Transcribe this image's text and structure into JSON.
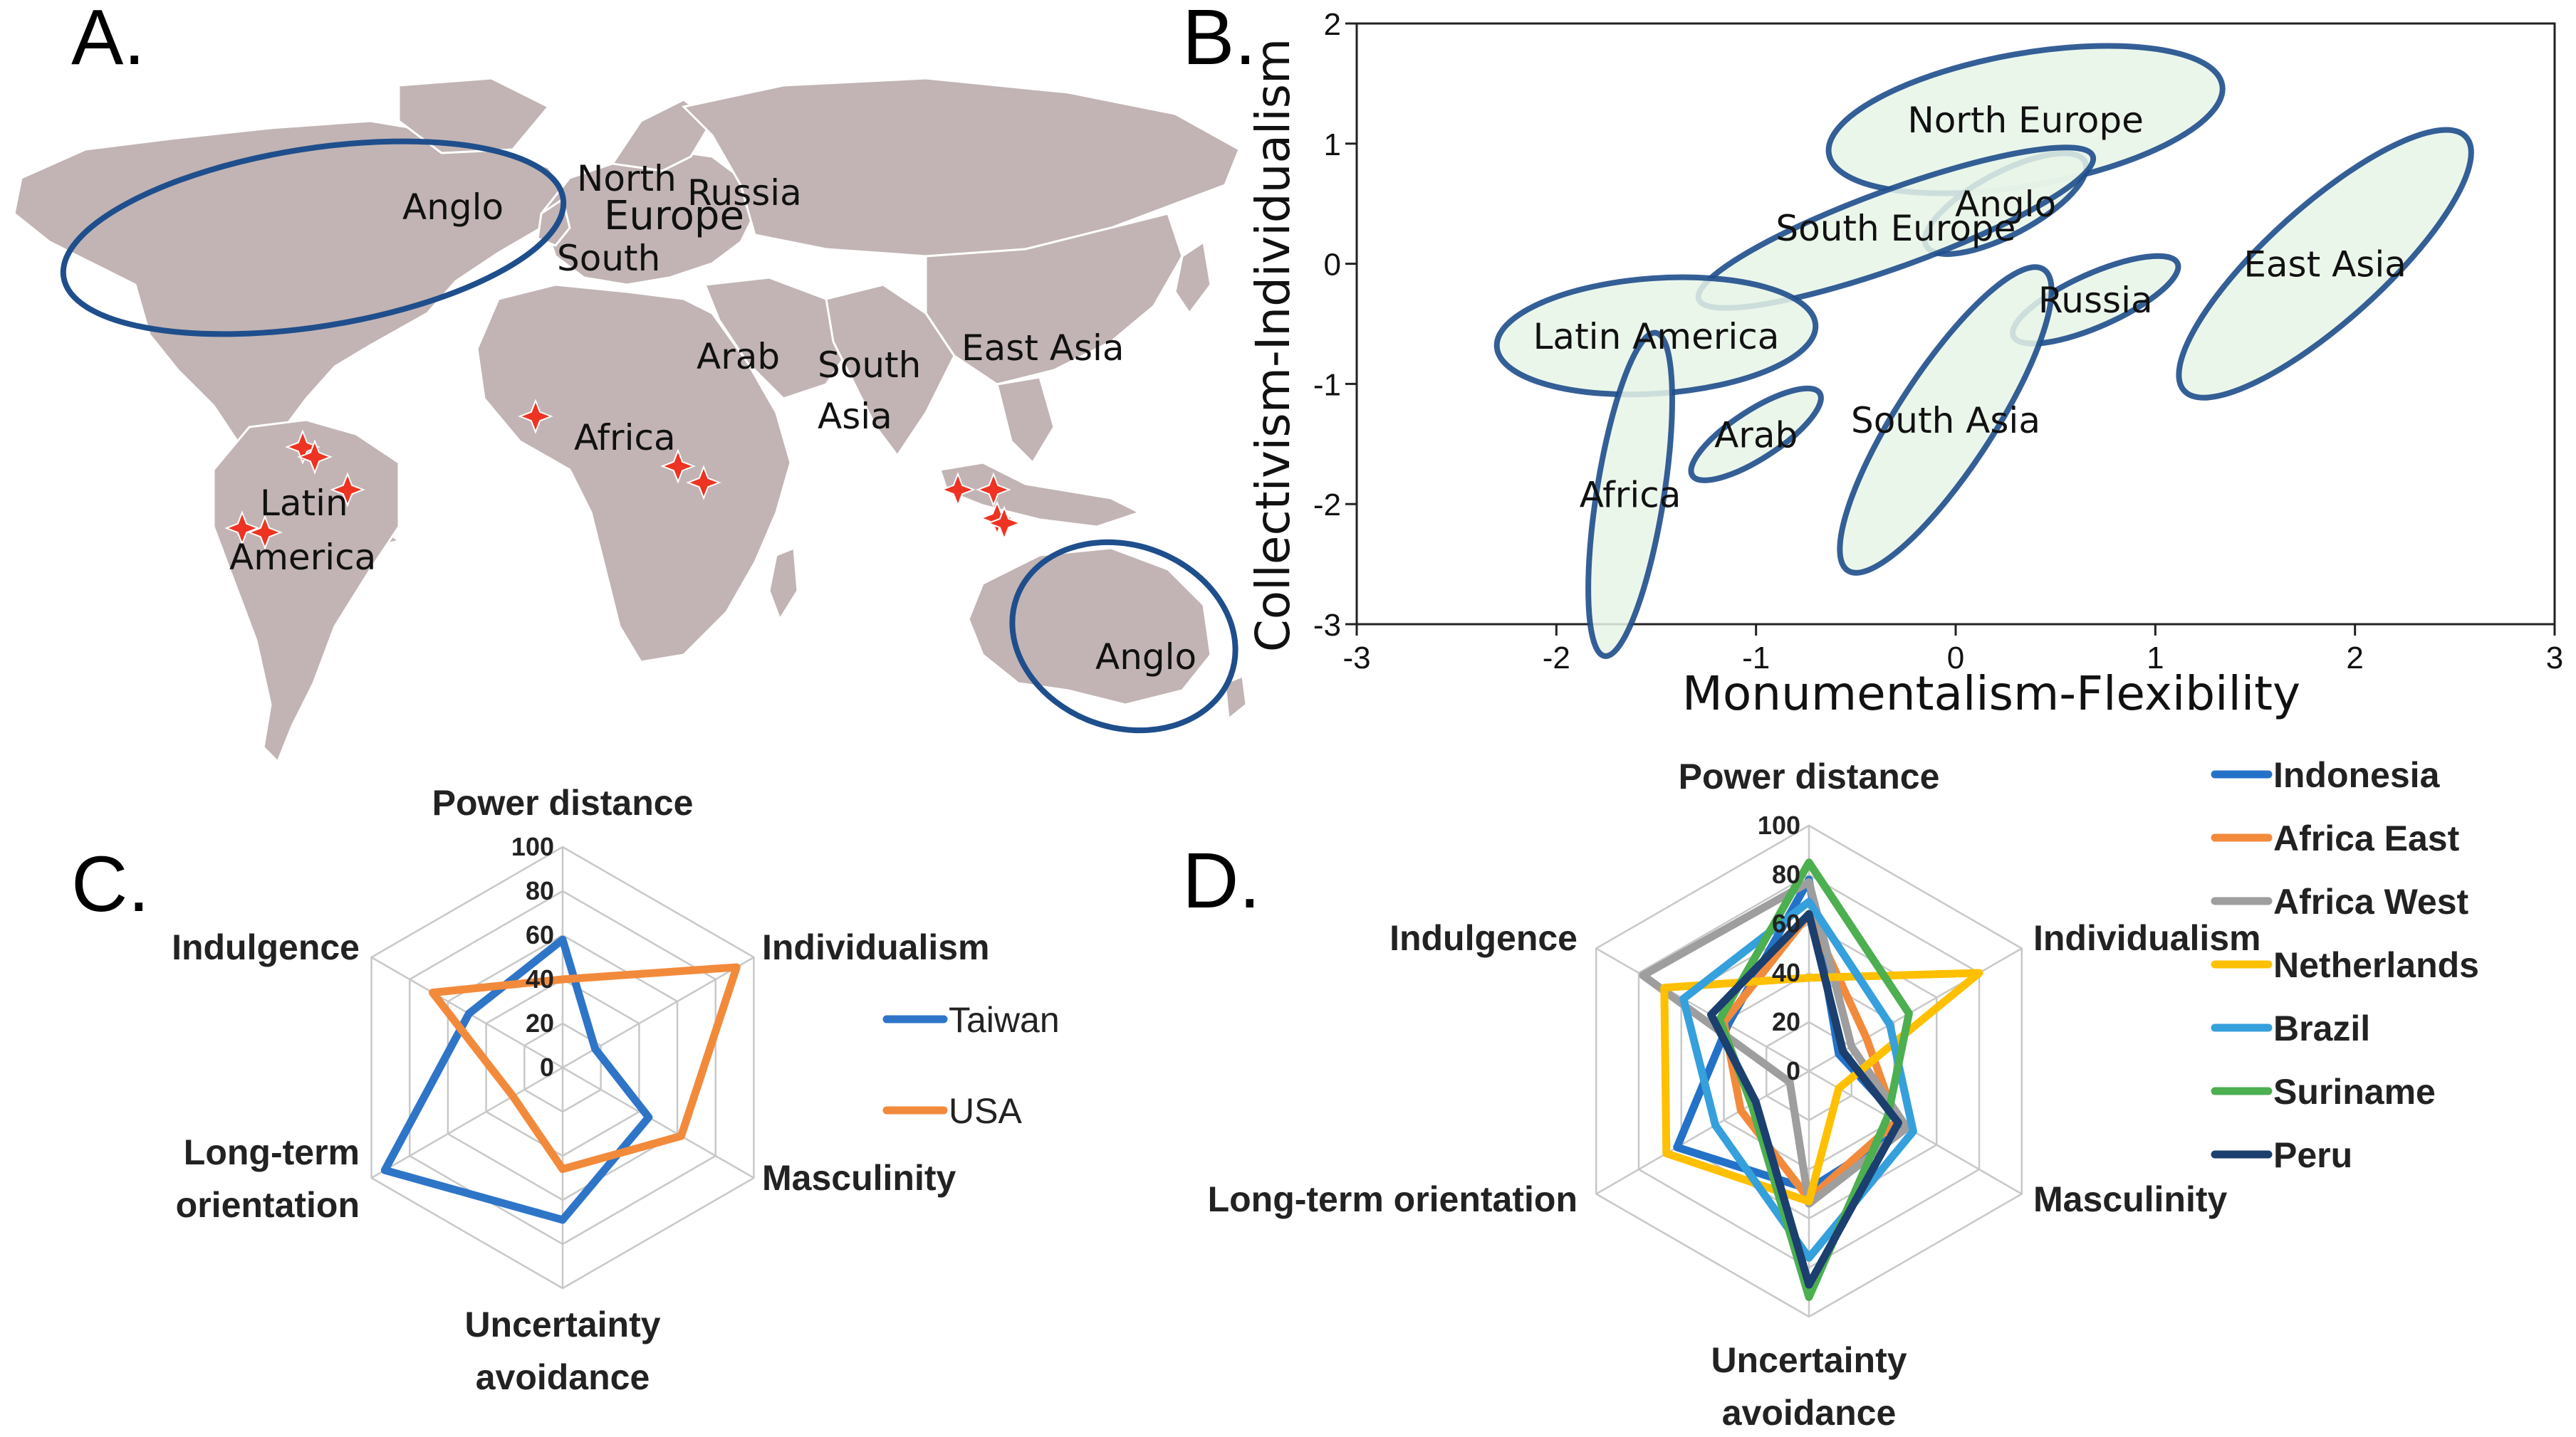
{
  "panels": {
    "a": "A.",
    "b": "B.",
    "c": "C.",
    "d": "D."
  },
  "colors": {
    "land": "#c2b4b4",
    "ellipse_stroke": "#1f4e8c",
    "ellipse_fill": "#e8f4e8",
    "star": "#ee3322",
    "grid": "#c8c8c8"
  },
  "map": {
    "labels": [
      {
        "key": "anglo_na",
        "text": "Anglo"
      },
      {
        "key": "north",
        "text": "North"
      },
      {
        "key": "russia",
        "text": "Russia"
      },
      {
        "key": "europe",
        "text": "Europe"
      },
      {
        "key": "south",
        "text": "South"
      },
      {
        "key": "arab",
        "text": "Arab"
      },
      {
        "key": "south_asia_1",
        "text": "South"
      },
      {
        "key": "south_asia_2",
        "text": "Asia"
      },
      {
        "key": "east_asia",
        "text": "East Asia"
      },
      {
        "key": "africa",
        "text": "Africa"
      },
      {
        "key": "latin_1",
        "text": "Latin"
      },
      {
        "key": "latin_2",
        "text": "America"
      },
      {
        "key": "anglo_au",
        "text": "Anglo"
      }
    ]
  },
  "chart_data": [
    {
      "type": "scatter",
      "subtype": "ellipses",
      "xlabel": "Monumentalism-Flexibility",
      "ylabel": "Collectivism-Individualism",
      "xlim": [
        -3,
        3
      ],
      "ylim": [
        -3,
        2
      ],
      "xticks": [
        "-3",
        "-2",
        "-1",
        "0",
        "1",
        "2",
        "3"
      ],
      "yticks": [
        "2",
        "1",
        "0",
        "-1",
        "-2",
        "-3"
      ],
      "regions": [
        {
          "name": "North Europe",
          "cx": 0.35,
          "cy": 1.2,
          "rx": 1.0,
          "ry": 0.55,
          "angle": -10
        },
        {
          "name": "Anglo",
          "cx": 0.25,
          "cy": 0.5,
          "rx": 0.45,
          "ry": 0.26,
          "angle": -28
        },
        {
          "name": "South Europe",
          "cx": -0.3,
          "cy": 0.3,
          "rx": 1.05,
          "ry": 0.32,
          "angle": -20
        },
        {
          "name": "East Asia",
          "cx": 1.85,
          "cy": 0.0,
          "rx": 0.95,
          "ry": 0.48,
          "angle": -42
        },
        {
          "name": "Russia",
          "cx": 0.7,
          "cy": -0.3,
          "rx": 0.45,
          "ry": 0.22,
          "angle": -24
        },
        {
          "name": "Latin America",
          "cx": -1.5,
          "cy": -0.6,
          "rx": 0.8,
          "ry": 0.48,
          "angle": -4
        },
        {
          "name": "Arab",
          "cx": -1.0,
          "cy": -1.42,
          "rx": 0.38,
          "ry": 0.2,
          "angle": -33
        },
        {
          "name": "South Asia",
          "cx": -0.05,
          "cy": -1.3,
          "rx": 0.9,
          "ry": 0.4,
          "angle": -57
        },
        {
          "name": "Africa",
          "cx": -1.63,
          "cy": -1.92,
          "rx": 0.82,
          "ry": 0.28,
          "angle": -81
        }
      ]
    },
    {
      "type": "radar",
      "axes": [
        "Power distance",
        "Individualism",
        "Masculinity",
        "Uncertainty avoidance",
        "Long-term orientation",
        "Indulgence"
      ],
      "axis_label_lines": [
        [
          "Power distance"
        ],
        [
          "Individualism"
        ],
        [
          "Masculinity"
        ],
        [
          "Uncertainty",
          "avoidance"
        ],
        [
          "Long-term",
          "orientation"
        ],
        [
          "Indulgence"
        ]
      ],
      "ticks": [
        "0",
        "20",
        "40",
        "60",
        "80",
        "100"
      ],
      "range": [
        0,
        100
      ],
      "series": [
        {
          "name": "Taiwan",
          "color": "#2e75c8",
          "values": [
            58,
            17,
            45,
            69,
            93,
            49
          ]
        },
        {
          "name": "USA",
          "color": "#f28a3c",
          "values": [
            40,
            91,
            62,
            46,
            26,
            68
          ]
        }
      ]
    },
    {
      "type": "radar",
      "axes": [
        "Power distance",
        "Individualism",
        "Masculinity",
        "Uncertainty avoidance",
        "Long-term orientation",
        "Indulgence"
      ],
      "axis_label_lines": [
        [
          "Power distance"
        ],
        [
          "Individualism"
        ],
        [
          "Masculinity"
        ],
        [
          "Uncertainty",
          "avoidance"
        ],
        [
          "Long-term orientation"
        ],
        [
          "Indulgence"
        ]
      ],
      "ticks": [
        "0",
        "20",
        "40",
        "60",
        "80",
        "100"
      ],
      "range": [
        0,
        100
      ],
      "series": [
        {
          "name": "Indonesia",
          "color": "#2472c8",
          "values": [
            78,
            14,
            46,
            48,
            62,
            38
          ]
        },
        {
          "name": "Africa East",
          "color": "#f28a3c",
          "values": [
            64,
            27,
            41,
            52,
            32,
            40
          ]
        },
        {
          "name": "Africa West",
          "color": "#9e9e9e",
          "values": [
            77,
            20,
            46,
            54,
            9,
            78
          ]
        },
        {
          "name": "Netherlands",
          "color": "#ffc000",
          "values": [
            38,
            80,
            14,
            53,
            67,
            68
          ]
        },
        {
          "name": "Brazil",
          "color": "#35a0dc",
          "values": [
            69,
            38,
            49,
            76,
            44,
            59
          ]
        },
        {
          "name": "Suriname",
          "color": "#4caf50",
          "values": [
            85,
            47,
            37,
            92,
            27,
            42
          ]
        },
        {
          "name": "Peru",
          "color": "#1b3f6e",
          "values": [
            64,
            16,
            42,
            87,
            25,
            46
          ]
        }
      ]
    }
  ]
}
